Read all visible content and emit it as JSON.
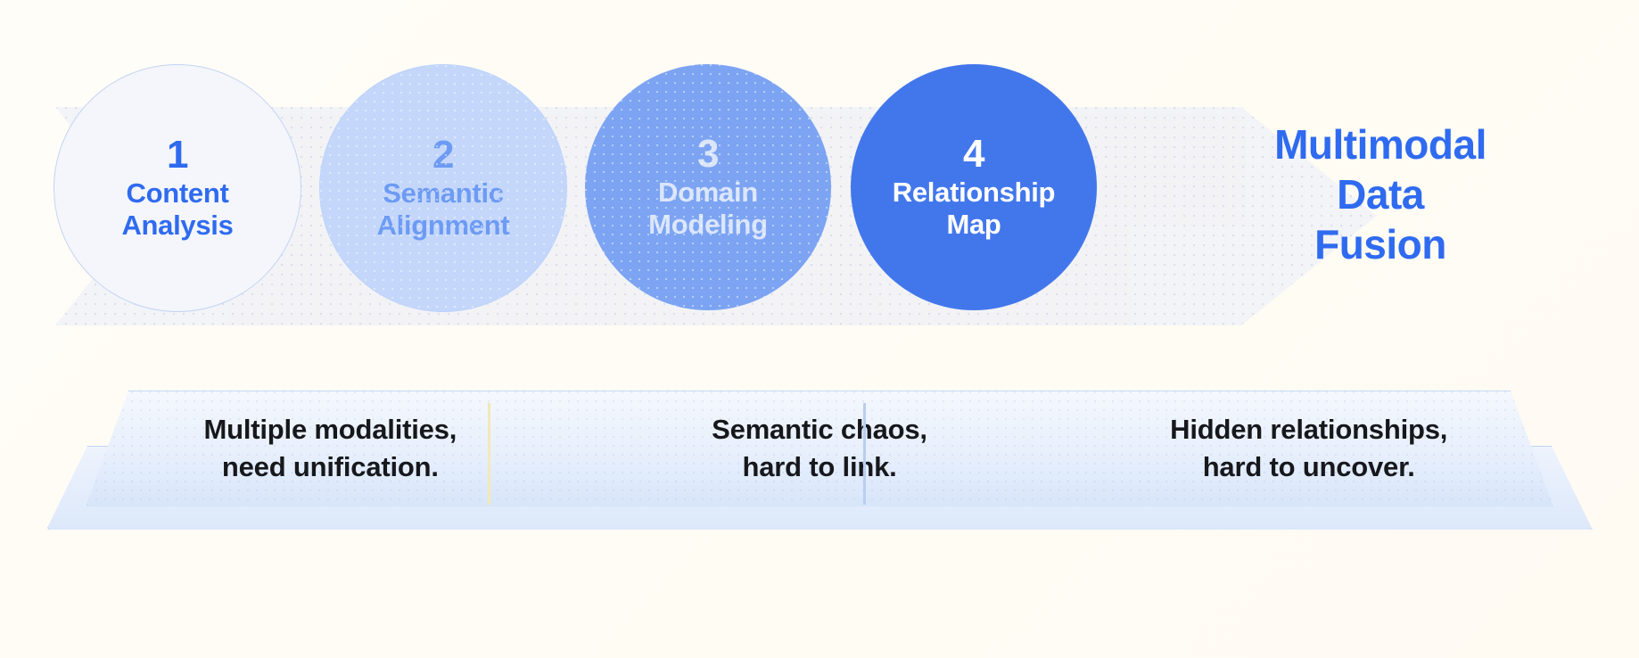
{
  "theme": {
    "background": "#fffcf6",
    "accent": "#2f6bf0",
    "band": "#f2f3f7"
  },
  "headline": {
    "text": "Multimodal\nData\nFusion",
    "color": "#2f6bf0"
  },
  "steps": [
    {
      "number": "1",
      "label": "Content\nAnalysis",
      "fill": "#f4f6fb",
      "text_color": "#2f6bf0"
    },
    {
      "number": "2",
      "label": "Semantic\nAlignment",
      "fill": "#c4d7fb",
      "text_color": "#6d9bf4"
    },
    {
      "number": "3",
      "label": "Domain\nModeling",
      "fill": "#7ca4f2",
      "text_color": "#dbe6fb"
    },
    {
      "number": "4",
      "label": "Relationship\nMap",
      "fill": "#4277ec",
      "text_color": "#ffffff"
    }
  ],
  "banner": {
    "items": [
      {
        "text": "Multiple modalities,\nneed unification."
      },
      {
        "text": "Semantic chaos,\nhard to link."
      },
      {
        "text": "Hidden relationships,\nhard to uncover."
      }
    ],
    "dividers": [
      {
        "color": "#f3e8b8"
      },
      {
        "color": "#b9cef0"
      }
    ]
  }
}
